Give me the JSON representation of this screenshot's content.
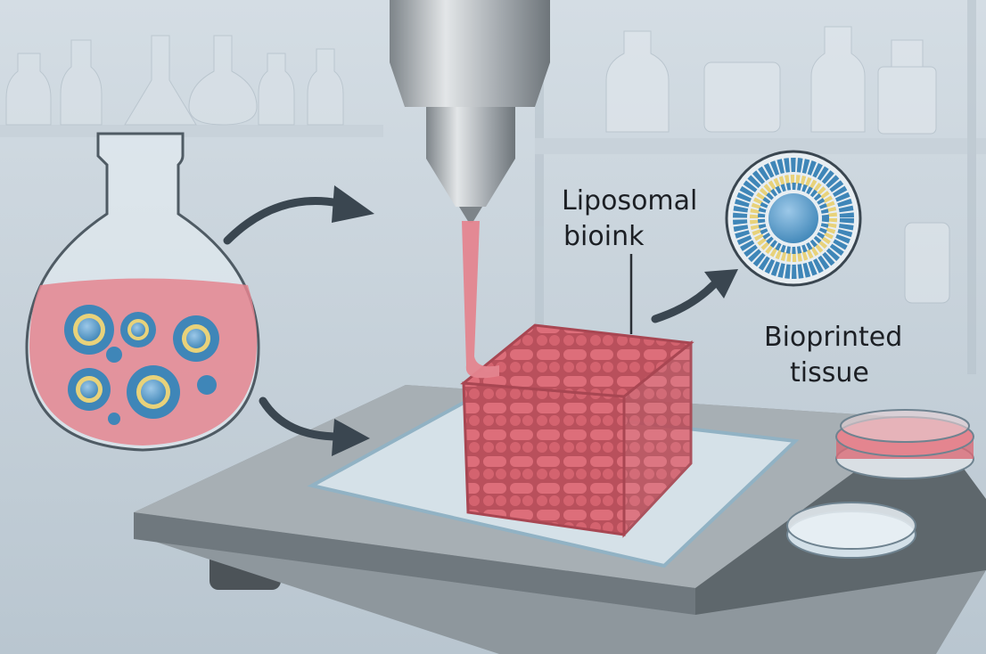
{
  "labels": {
    "bioink_line1": "Liposomal",
    "bioink_line2": "bioink",
    "tissue_line1": "Bioprinted",
    "tissue_line2": "tissue"
  },
  "colors": {
    "background": "#c9d4dc",
    "bioink_pink": "#e4858f",
    "tissue_red": "#d9636f",
    "liposome_blue": "#3f86b8",
    "lipid_yellow": "#e8d27a",
    "arrow": "#3a4650",
    "steel": "#a7adb2"
  }
}
